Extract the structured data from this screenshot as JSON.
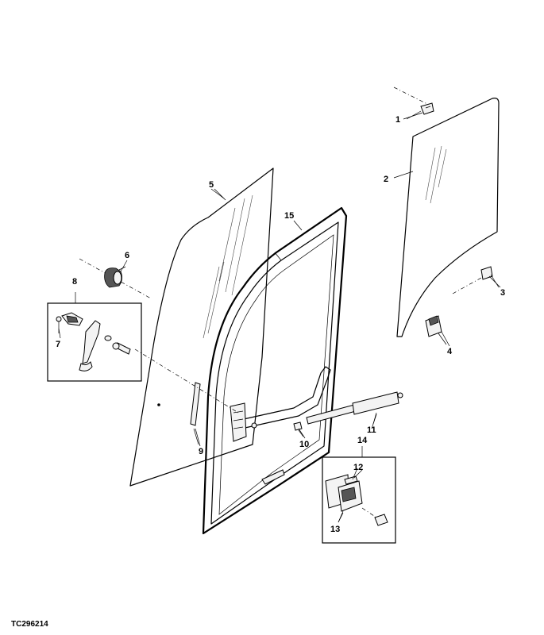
{
  "diagram": {
    "reference_code": "TC296214",
    "callouts": [
      "1",
      "2",
      "3",
      "4",
      "5",
      "6",
      "7",
      "8",
      "9",
      "10",
      "11",
      "12",
      "13",
      "14",
      "15"
    ]
  }
}
